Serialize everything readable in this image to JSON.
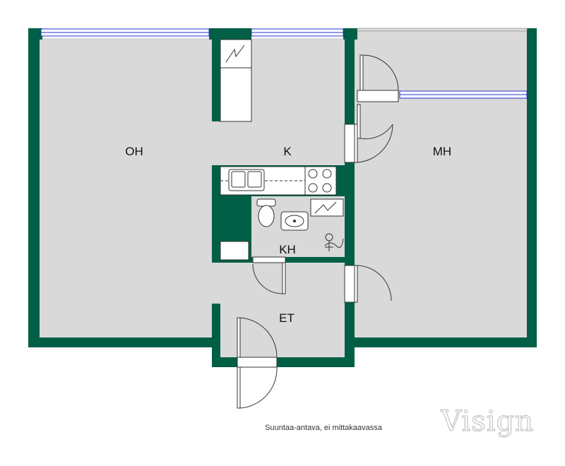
{
  "rooms": {
    "living": "OH",
    "kitchen": "K",
    "bedroom": "MH",
    "bathroom": "KH",
    "entrance": "ET"
  },
  "caption": "Suuntaa-antava, ei mittakaavassa",
  "logo": "Visign",
  "colors": {
    "wall": "#005f45",
    "floor": "#d9d9d9",
    "window_glass": "#2233cc",
    "fixture_stroke": "#333333"
  }
}
